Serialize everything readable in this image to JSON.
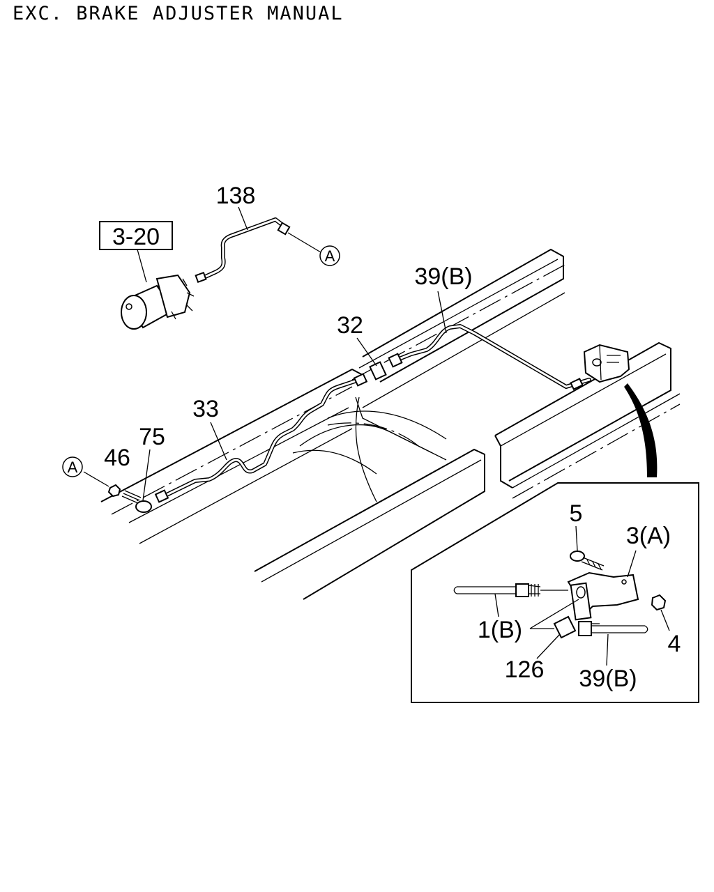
{
  "title": "EXC. BRAKE ADJUSTER MANUAL",
  "box_reference": "3-20",
  "circle_marker": "A",
  "callouts": {
    "p138": "138",
    "p39b": "39(B)",
    "p32": "32",
    "p33": "33",
    "p75": "75",
    "p46": "46",
    "p5": "5",
    "p3a": "3(A)",
    "p1b": "1(B)",
    "p4": "4",
    "p126": "126",
    "p39b_detail": "39(B)"
  }
}
